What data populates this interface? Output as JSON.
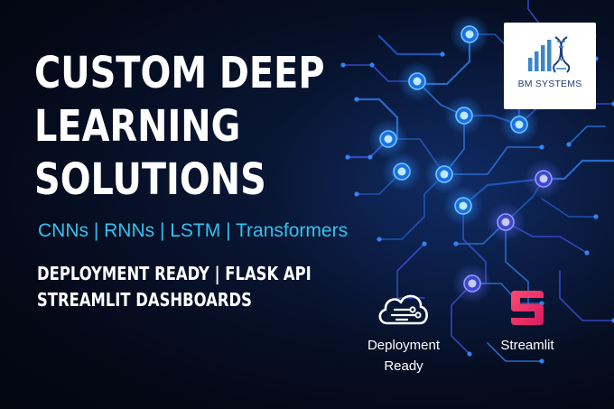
{
  "headline": {
    "line1": "CUSTOM DEEP",
    "line2": "LEARNING",
    "line3": "SOLUTIONS"
  },
  "technologies": "CNNs | RNNs | LSTM | Transformers",
  "features": {
    "line1": "DEPLOYMENT READY | FLASK API",
    "line2": "STREAMLIT DASHBOARDS"
  },
  "logo": {
    "text": "BM SYSTEMS",
    "icon": "bar-chart-dna-icon"
  },
  "badges": [
    {
      "label_lines": [
        "Deployment",
        "Ready"
      ],
      "icon": "cloud-icon"
    },
    {
      "label": "Streamlit",
      "icon": "streamlit-icon"
    }
  ],
  "colors": {
    "background": "#050b1a",
    "accent_cyan": "#2fc4f0",
    "node_blue": "#3a9bff",
    "node_violet": "#6b7bff",
    "streamlit_pink": "#ff3a75",
    "logo_navy": "#1f3f74"
  }
}
